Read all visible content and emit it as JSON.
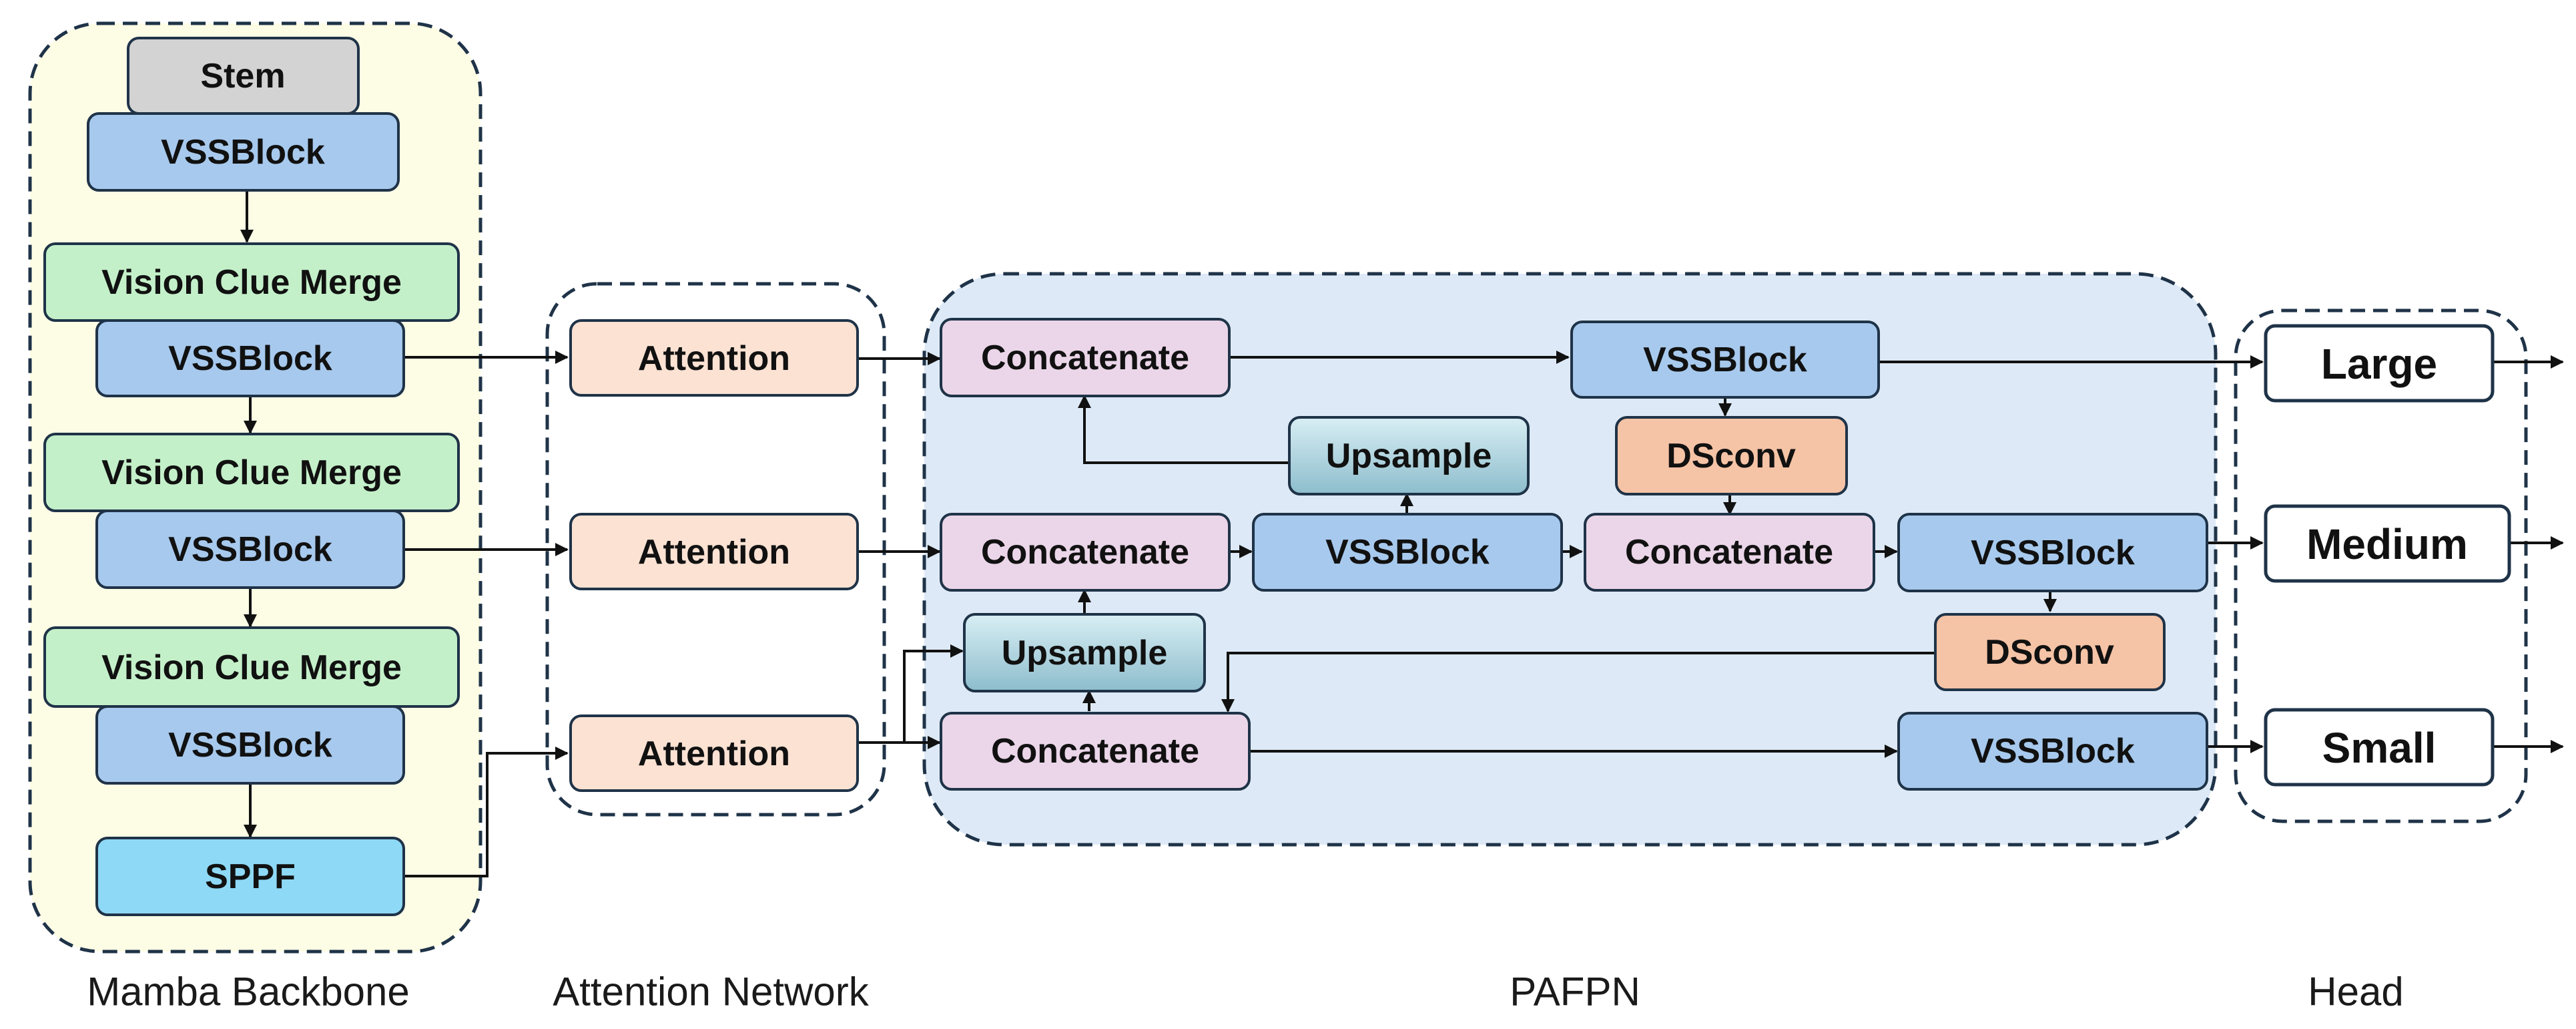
{
  "colors": {
    "stem": "#d3d3d3",
    "vss": "#a7c9ed",
    "vcm": "#c4f0c9",
    "sppf": "#8ed9f5",
    "attention": "#fbe2d3",
    "concat": "#ead6e8",
    "upsample_top": "#d8eef4",
    "upsample_bottom": "#8dbdcc",
    "dsconv": "#f5c3a6",
    "head_block": "#ffffff",
    "backbone_bg": "#fdfde6",
    "pafpn_bg": "#dde9f6",
    "border": "#1f3348",
    "arrow": "#111111"
  },
  "groups": {
    "backbone": "Mamba Backbone",
    "attention": "Attention Network",
    "pafpn": "PAFPN",
    "head": "Head"
  },
  "blocks": {
    "stem": "Stem",
    "vss_b1": "VSSBlock",
    "vcm1": "Vision Clue Merge",
    "vss_b2": "VSSBlock",
    "vcm2": "Vision Clue Merge",
    "vss_b3": "VSSBlock",
    "vcm3": "Vision Clue Merge",
    "vss_b4": "VSSBlock",
    "sppf": "SPPF",
    "att1": "Attention",
    "att2": "Attention",
    "att3": "Attention",
    "concat_top": "Concatenate",
    "vss_top": "VSSBlock",
    "upsample_mid": "Upsample",
    "dsconv_mid": "DSconv",
    "concat_mid": "Concatenate",
    "vss_mid_a": "VSSBlock",
    "concat_mid_b": "Concatenate",
    "vss_mid_b": "VSSBlock",
    "upsample_low": "Upsample",
    "dsconv_low": "DSconv",
    "concat_low": "Concatenate",
    "vss_low": "VSSBlock",
    "head_large": "Large",
    "head_medium": "Medium",
    "head_small": "Small"
  }
}
